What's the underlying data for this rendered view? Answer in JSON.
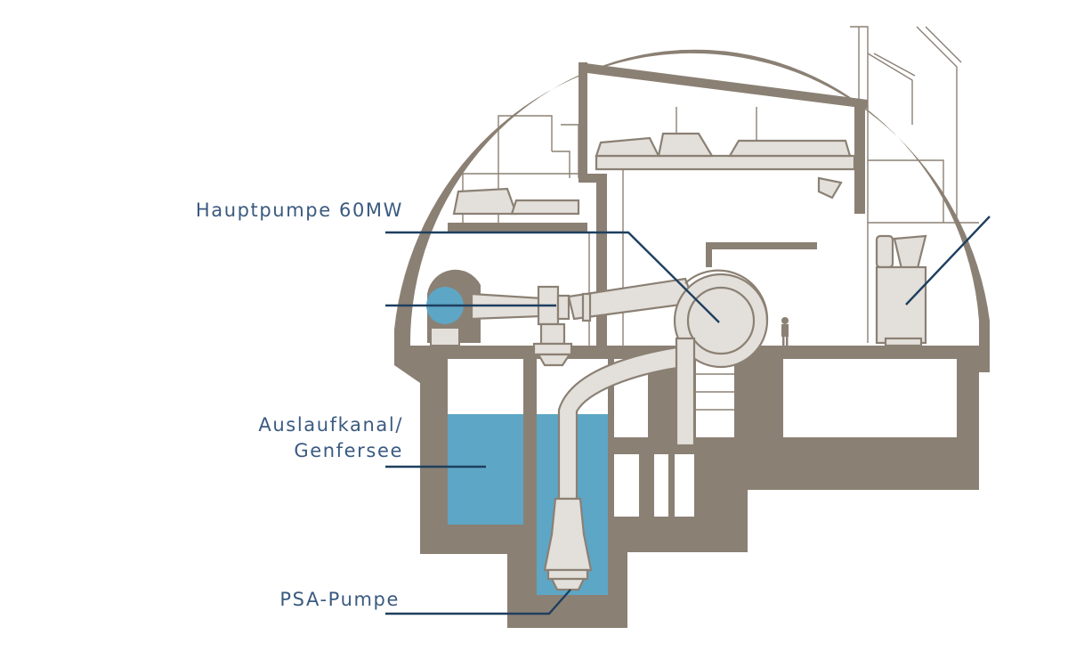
{
  "labels": {
    "main_pump": "Hauptpumpe 60MW",
    "outlet_line1": "Auslaufkanal/",
    "outlet_line2": "Genfersee",
    "psa_pump": "PSA-Pumpe"
  },
  "colors": {
    "structure": "#8b8074",
    "water": "#5ea6c5",
    "label_text": "#3a5a80",
    "leader_line": "#1e3f5f",
    "pipe_fill": "#e3dfda"
  }
}
